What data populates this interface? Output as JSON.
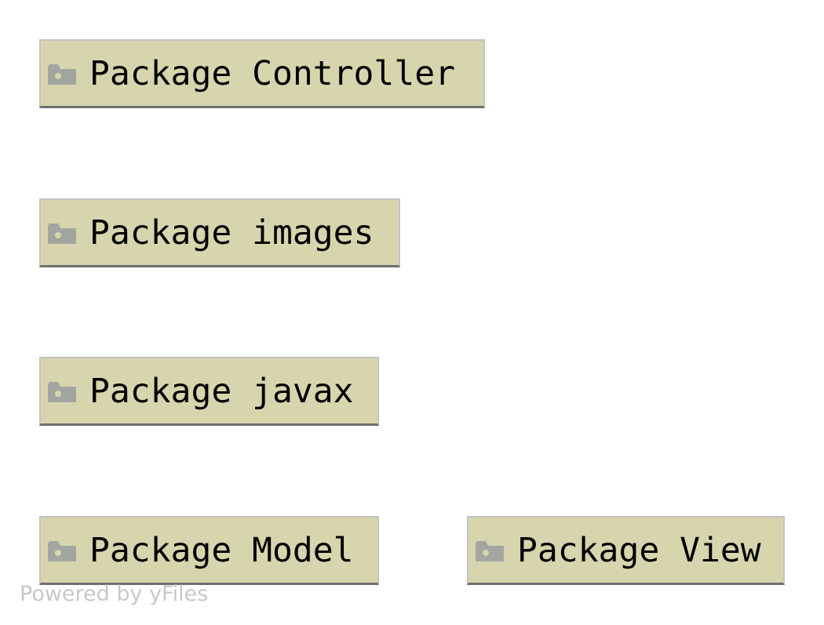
{
  "diagram": {
    "nodes": [
      {
        "id": "controller",
        "label": "Package Controller"
      },
      {
        "id": "images",
        "label": "Package images"
      },
      {
        "id": "javax",
        "label": "Package javax"
      },
      {
        "id": "model",
        "label": "Package Model"
      },
      {
        "id": "view",
        "label": "Package View"
      }
    ]
  },
  "watermark": {
    "text": "Powered by yFiles"
  },
  "colors": {
    "node_fill": "#d6d5ad",
    "node_border": "#c3c3c3",
    "node_underline": "#6f6f6f",
    "icon": "#a3a6a0",
    "watermark": "#c8c8c8"
  },
  "icons": {
    "package": "folder-icon"
  }
}
